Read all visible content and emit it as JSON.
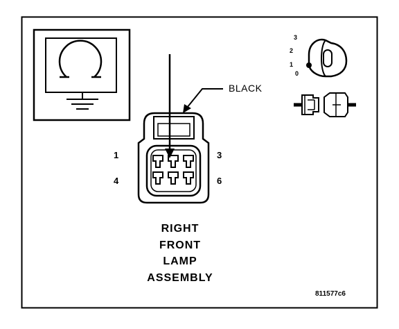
{
  "callouts": {
    "wire_color": "BLACK"
  },
  "pin_numbers": {
    "top_left": "1",
    "top_right": "3",
    "bottom_left": "4",
    "bottom_right": "6"
  },
  "ignition_key_positions": [
    "3",
    "2",
    "1",
    "0"
  ],
  "title_lines": [
    "RIGHT",
    "FRONT",
    "LAMP",
    "ASSEMBLY"
  ],
  "figure_id": "811577c6",
  "icons": {
    "meter": "ohmmeter-symbol-icon",
    "key": "ignition-key-off-icon",
    "disconnect": "disconnected-connector-icon"
  }
}
